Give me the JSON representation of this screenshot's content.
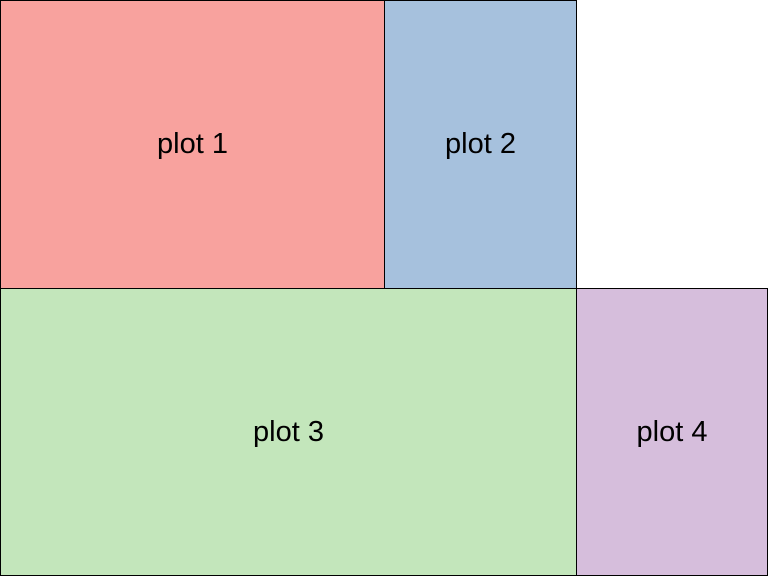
{
  "panels": [
    {
      "label": "plot 1",
      "color": "#f8a29e"
    },
    {
      "label": "plot 2",
      "color": "#a6c1dd"
    },
    {
      "label": "plot 3",
      "color": "#c3e6bb"
    },
    {
      "label": "plot 4",
      "color": "#d6bedc"
    }
  ]
}
